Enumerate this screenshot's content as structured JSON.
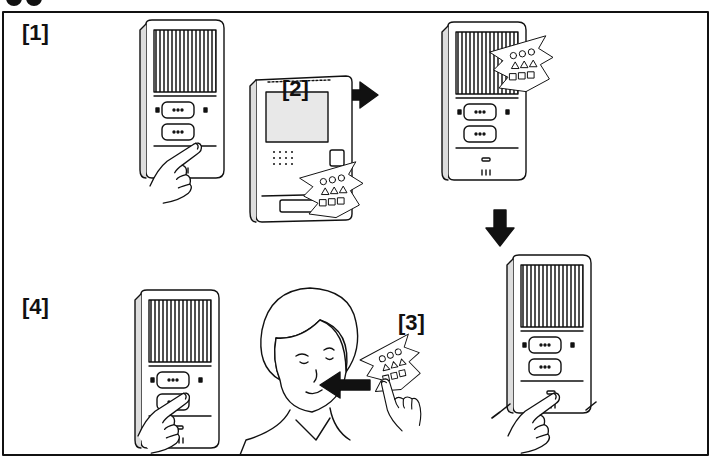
{
  "diagram": {
    "labels": [
      "[1]",
      "[2]",
      "[3]",
      "[4]"
    ]
  }
}
